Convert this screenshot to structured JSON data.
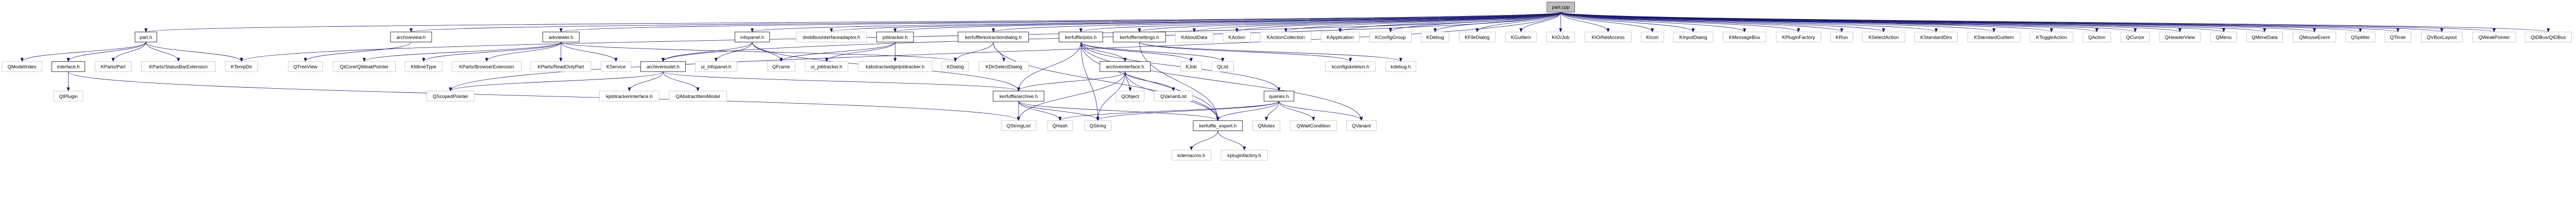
{
  "colors": {
    "edge": "#191970",
    "root_fill": "#bfbfbf",
    "root_border": "#404040",
    "documented_border": "#000000",
    "external_border": "#bfbfbf",
    "node_fill": "#ffffff"
  },
  "graph": {
    "type": "include-dependency-graph",
    "root": "part.cpp",
    "nodes": [
      {
        "label": "part.cpp",
        "kind": "root"
      },
      {
        "label": "part.h",
        "kind": "documented"
      },
      {
        "label": "archiveview.h",
        "kind": "documented"
      },
      {
        "label": "arkviewer.h",
        "kind": "documented"
      },
      {
        "label": "infopanel.h",
        "kind": "documented"
      },
      {
        "label": "dnddbusinterfaceadaptor.h",
        "kind": "external"
      },
      {
        "label": "jobtracker.h",
        "kind": "documented"
      },
      {
        "label": "kerfuffle/extractiondialog.h",
        "kind": "documented"
      },
      {
        "label": "kerfuffle/jobs.h",
        "kind": "documented"
      },
      {
        "label": "kerfuffle/settings.h",
        "kind": "documented"
      },
      {
        "label": "KAboutData",
        "kind": "external"
      },
      {
        "label": "KAction",
        "kind": "external"
      },
      {
        "label": "KActionCollection",
        "kind": "external"
      },
      {
        "label": "KApplication",
        "kind": "external"
      },
      {
        "label": "KConfigGroup",
        "kind": "external"
      },
      {
        "label": "KDebug",
        "kind": "external"
      },
      {
        "label": "KFileDialog",
        "kind": "external"
      },
      {
        "label": "KGuiItem",
        "kind": "external"
      },
      {
        "label": "KIO/Job",
        "kind": "external"
      },
      {
        "label": "KIO/NetAccess",
        "kind": "external"
      },
      {
        "label": "KIcon",
        "kind": "external"
      },
      {
        "label": "KInputDialog",
        "kind": "external"
      },
      {
        "label": "KMessageBox",
        "kind": "external"
      },
      {
        "label": "KPluginFactory",
        "kind": "external"
      },
      {
        "label": "KRun",
        "kind": "external"
      },
      {
        "label": "KSelectAction",
        "kind": "external"
      },
      {
        "label": "KStandardDirs",
        "kind": "external"
      },
      {
        "label": "KStandardGuiItem",
        "kind": "external"
      },
      {
        "label": "KToggleAction",
        "kind": "external"
      },
      {
        "label": "QAction",
        "kind": "external"
      },
      {
        "label": "QCursor",
        "kind": "external"
      },
      {
        "label": "QHeaderView",
        "kind": "external"
      },
      {
        "label": "QMenu",
        "kind": "external"
      },
      {
        "label": "QMimeData",
        "kind": "external"
      },
      {
        "label": "QMouseEvent",
        "kind": "external"
      },
      {
        "label": "QSplitter",
        "kind": "external"
      },
      {
        "label": "QTimer",
        "kind": "external"
      },
      {
        "label": "QVBoxLayout",
        "kind": "external"
      },
      {
        "label": "QWeakPointer",
        "kind": "external"
      },
      {
        "label": "QtDBus/QtDBus",
        "kind": "external"
      },
      {
        "label": "QModelIndex",
        "kind": "external"
      },
      {
        "label": "interface.h",
        "kind": "documented"
      },
      {
        "label": "KParts/Part",
        "kind": "external"
      },
      {
        "label": "KParts/StatusBarExtension",
        "kind": "external"
      },
      {
        "label": "KTempDir",
        "kind": "external"
      },
      {
        "label": "QTreeView",
        "kind": "external"
      },
      {
        "label": "QtCore/QWeakPointer",
        "kind": "external"
      },
      {
        "label": "KMimeType",
        "kind": "external"
      },
      {
        "label": "KParts/BrowserExtension",
        "kind": "external"
      },
      {
        "label": "KParts/ReadOnlyPart",
        "kind": "external"
      },
      {
        "label": "KService",
        "kind": "external"
      },
      {
        "label": "archivemodel.h",
        "kind": "documented"
      },
      {
        "label": "ui_infopanel.h",
        "kind": "external"
      },
      {
        "label": "QFrame",
        "kind": "external"
      },
      {
        "label": "ui_jobtracker.h",
        "kind": "external"
      },
      {
        "label": "kabstractwidgetjobtracker.h",
        "kind": "external"
      },
      {
        "label": "KDialog",
        "kind": "external"
      },
      {
        "label": "KDirSelectDialog",
        "kind": "external"
      },
      {
        "label": "archiveinterface.h",
        "kind": "documented"
      },
      {
        "label": "KJob",
        "kind": "external"
      },
      {
        "label": "QList",
        "kind": "external"
      },
      {
        "label": "kconfigskeleton.h",
        "kind": "external"
      },
      {
        "label": "kdebug.h",
        "kind": "external"
      },
      {
        "label": "QtPlugin",
        "kind": "external"
      },
      {
        "label": "QScopedPointer",
        "kind": "external"
      },
      {
        "label": "kjobtrackerinterface.h",
        "kind": "external"
      },
      {
        "label": "QAbstractItemModel",
        "kind": "external"
      },
      {
        "label": "kerfuffle/archive.h",
        "kind": "documented"
      },
      {
        "label": "QObject",
        "kind": "external"
      },
      {
        "label": "QVariantList",
        "kind": "external"
      },
      {
        "label": "queries.h",
        "kind": "documented"
      },
      {
        "label": "QStringList",
        "kind": "external"
      },
      {
        "label": "QHash",
        "kind": "external"
      },
      {
        "label": "QString",
        "kind": "external"
      },
      {
        "label": "kerfuffle_export.h",
        "kind": "documented"
      },
      {
        "label": "QMutex",
        "kind": "external"
      },
      {
        "label": "QWaitCondition",
        "kind": "external"
      },
      {
        "label": "QVariant",
        "kind": "external"
      },
      {
        "label": "kdemacros.h",
        "kind": "external"
      },
      {
        "label": "kpluginfactory.h",
        "kind": "external"
      }
    ],
    "edges": [
      [
        "part.cpp",
        "part.h"
      ],
      [
        "part.cpp",
        "archiveview.h"
      ],
      [
        "part.cpp",
        "arkviewer.h"
      ],
      [
        "part.cpp",
        "infopanel.h"
      ],
      [
        "part.cpp",
        "dnddbusinterfaceadaptor.h"
      ],
      [
        "part.cpp",
        "jobtracker.h"
      ],
      [
        "part.cpp",
        "kerfuffle/extractiondialog.h"
      ],
      [
        "part.cpp",
        "kerfuffle/jobs.h"
      ],
      [
        "part.cpp",
        "kerfuffle/settings.h"
      ],
      [
        "part.cpp",
        "KAboutData"
      ],
      [
        "part.cpp",
        "KAction"
      ],
      [
        "part.cpp",
        "KActionCollection"
      ],
      [
        "part.cpp",
        "KApplication"
      ],
      [
        "part.cpp",
        "KConfigGroup"
      ],
      [
        "part.cpp",
        "KDebug"
      ],
      [
        "part.cpp",
        "KFileDialog"
      ],
      [
        "part.cpp",
        "KGuiItem"
      ],
      [
        "part.cpp",
        "KIO/Job"
      ],
      [
        "part.cpp",
        "KIO/NetAccess"
      ],
      [
        "part.cpp",
        "KIcon"
      ],
      [
        "part.cpp",
        "KInputDialog"
      ],
      [
        "part.cpp",
        "KMessageBox"
      ],
      [
        "part.cpp",
        "KPluginFactory"
      ],
      [
        "part.cpp",
        "KRun"
      ],
      [
        "part.cpp",
        "KSelectAction"
      ],
      [
        "part.cpp",
        "KStandardDirs"
      ],
      [
        "part.cpp",
        "KStandardGuiItem"
      ],
      [
        "part.cpp",
        "KToggleAction"
      ],
      [
        "part.cpp",
        "QAction"
      ],
      [
        "part.cpp",
        "QCursor"
      ],
      [
        "part.cpp",
        "QHeaderView"
      ],
      [
        "part.cpp",
        "QMenu"
      ],
      [
        "part.cpp",
        "QMimeData"
      ],
      [
        "part.cpp",
        "QMouseEvent"
      ],
      [
        "part.cpp",
        "QSplitter"
      ],
      [
        "part.cpp",
        "QTimer"
      ],
      [
        "part.cpp",
        "QVBoxLayout"
      ],
      [
        "part.cpp",
        "QWeakPointer"
      ],
      [
        "part.cpp",
        "QtDBus/QtDBus"
      ],
      [
        "part.cpp",
        "KTempDir"
      ],
      [
        "part.cpp",
        "archivemodel.h"
      ],
      [
        "part.cpp",
        "QScopedPointer"
      ],
      [
        "part.h",
        "QModelIndex"
      ],
      [
        "part.h",
        "interface.h"
      ],
      [
        "part.h",
        "KParts/Part"
      ],
      [
        "part.h",
        "KParts/StatusBarExtension"
      ],
      [
        "part.h",
        "KTempDir"
      ],
      [
        "interface.h",
        "QtPlugin"
      ],
      [
        "interface.h",
        "QStringList"
      ],
      [
        "archiveview.h",
        "QTreeView"
      ],
      [
        "arkviewer.h",
        "QtCore/QWeakPointer"
      ],
      [
        "arkviewer.h",
        "KMimeType"
      ],
      [
        "arkviewer.h",
        "KParts/BrowserExtension"
      ],
      [
        "arkviewer.h",
        "KParts/ReadOnlyPart"
      ],
      [
        "arkviewer.h",
        "KService"
      ],
      [
        "arkviewer.h",
        "KDialog"
      ],
      [
        "archivemodel.h",
        "kjobtrackerinterface.h"
      ],
      [
        "archivemodel.h",
        "QAbstractItemModel"
      ],
      [
        "archivemodel.h",
        "QScopedPointer"
      ],
      [
        "archivemodel.h",
        "kerfuffle/archive.h"
      ],
      [
        "infopanel.h",
        "archivemodel.h"
      ],
      [
        "infopanel.h",
        "ui_infopanel.h"
      ],
      [
        "infopanel.h",
        "QFrame"
      ],
      [
        "infopanel.h",
        "kerfuffle/archive.h"
      ],
      [
        "jobtracker.h",
        "QFrame"
      ],
      [
        "jobtracker.h",
        "ui_jobtracker.h"
      ],
      [
        "jobtracker.h",
        "kabstractwidgetjobtracker.h"
      ],
      [
        "kerfuffle/extractiondialog.h",
        "KDialog"
      ],
      [
        "kerfuffle/extractiondialog.h",
        "KDirSelectDialog"
      ],
      [
        "kerfuffle/extractiondialog.h",
        "kerfuffle_export.h"
      ],
      [
        "kerfuffle/jobs.h",
        "kerfuffle/archive.h"
      ],
      [
        "kerfuffle/jobs.h",
        "QString"
      ],
      [
        "kerfuffle/jobs.h",
        "archiveinterface.h"
      ],
      [
        "kerfuffle/jobs.h",
        "KJob"
      ],
      [
        "kerfuffle/jobs.h",
        "QList"
      ],
      [
        "kerfuffle/jobs.h",
        "kerfuffle_export.h"
      ],
      [
        "kerfuffle/jobs.h",
        "queries.h"
      ],
      [
        "kerfuffle/jobs.h",
        "QVariant"
      ],
      [
        "kerfuffle/settings.h",
        "kconfigskeleton.h"
      ],
      [
        "kerfuffle/settings.h",
        "kdebug.h"
      ],
      [
        "kerfuffle/settings.h",
        "kerfuffle_export.h"
      ],
      [
        "archiveinterface.h",
        "kerfuffle/archive.h"
      ],
      [
        "archiveinterface.h",
        "QStringList"
      ],
      [
        "archiveinterface.h",
        "QString"
      ],
      [
        "archiveinterface.h",
        "QObject"
      ],
      [
        "archiveinterface.h",
        "QVariantList"
      ],
      [
        "archiveinterface.h",
        "kerfuffle_export.h"
      ],
      [
        "kerfuffle/archive.h",
        "QStringList"
      ],
      [
        "kerfuffle/archive.h",
        "QHash"
      ],
      [
        "kerfuffle/archive.h",
        "QString"
      ],
      [
        "kerfuffle/archive.h",
        "kerfuffle_export.h"
      ],
      [
        "queries.h",
        "QHash"
      ],
      [
        "queries.h",
        "QString"
      ],
      [
        "queries.h",
        "kerfuffle_export.h"
      ],
      [
        "queries.h",
        "QMutex"
      ],
      [
        "queries.h",
        "QWaitCondition"
      ],
      [
        "queries.h",
        "QVariant"
      ],
      [
        "kerfuffle_export.h",
        "kdemacros.h"
      ],
      [
        "kerfuffle_export.h",
        "kpluginfactory.h"
      ]
    ]
  }
}
